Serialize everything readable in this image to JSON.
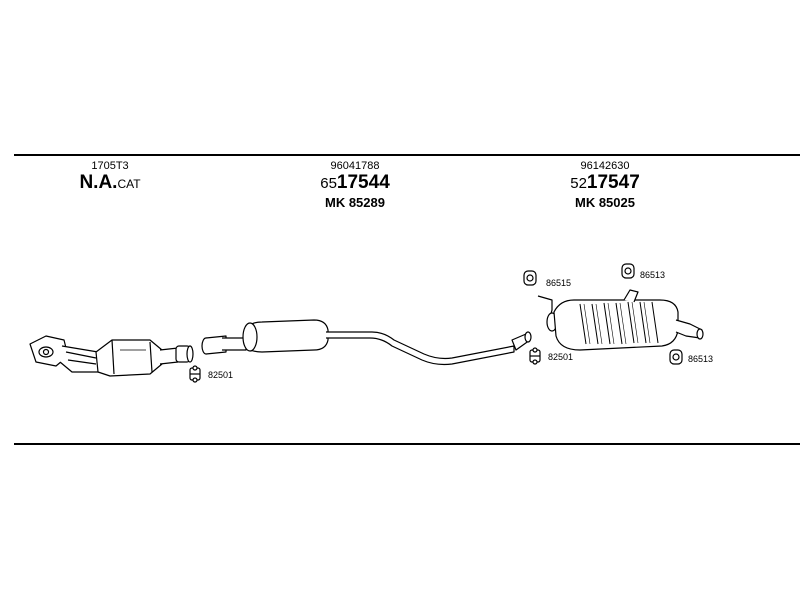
{
  "parts": [
    {
      "ref": "1705T3",
      "prefix": "",
      "main": "N.A.",
      "suffix": "CAT",
      "mk": ""
    },
    {
      "ref": "96041788",
      "prefix": "65",
      "main": "17544",
      "suffix": "",
      "mk": "MK 85289"
    },
    {
      "ref": "96142630",
      "prefix": "52",
      "main": "17547",
      "suffix": "",
      "mk": "MK 85025"
    }
  ],
  "callouts": {
    "clamp_left": "82501",
    "clamp_right": "82501",
    "hanger_top_left": "86515",
    "hanger_top_right": "86513",
    "hanger_bottom_right": "86513"
  }
}
